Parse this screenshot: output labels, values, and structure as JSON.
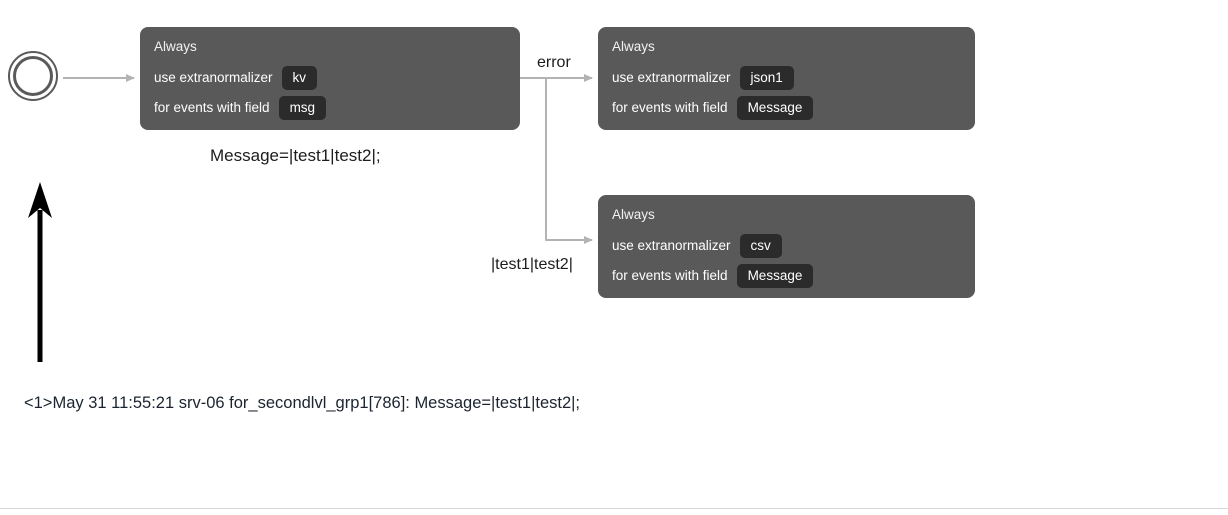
{
  "diagram": {
    "source": {
      "icon": "database-icon",
      "name": "source-database-node"
    },
    "nodes": [
      {
        "id": "node-kv",
        "title": "Always",
        "rows": [
          {
            "label": "use extranormalizer",
            "badge": "kv"
          },
          {
            "label": "for events with field",
            "badge": "msg"
          }
        ]
      },
      {
        "id": "node-json1",
        "title": "Always",
        "rows": [
          {
            "label": "use extranormalizer",
            "badge": "json1"
          },
          {
            "label": "for events with field",
            "badge": "Message"
          }
        ]
      },
      {
        "id": "node-csv",
        "title": "Always",
        "rows": [
          {
            "label": "use extranormalizer",
            "badge": "csv"
          },
          {
            "label": "for events with field",
            "badge": "Message"
          }
        ]
      }
    ],
    "edge_labels": {
      "error": "error",
      "branch_value": "|test1|test2|"
    },
    "captions": {
      "node_kv_output": "Message=|test1|test2|;"
    },
    "log_line": "<1>May 31 11:55:21 srv-06 for_secondlvl_grp1[786]: Message=|test1|test2|;",
    "colors": {
      "node_background": "#595959",
      "badge_background": "#2b2b2b",
      "node_text": "#ffffff",
      "connector": "#b3b3b3",
      "arrow_black": "#000000",
      "canvas": "#ffffff",
      "log_text": "#1c2430",
      "divider": "#d6d8da"
    }
  }
}
